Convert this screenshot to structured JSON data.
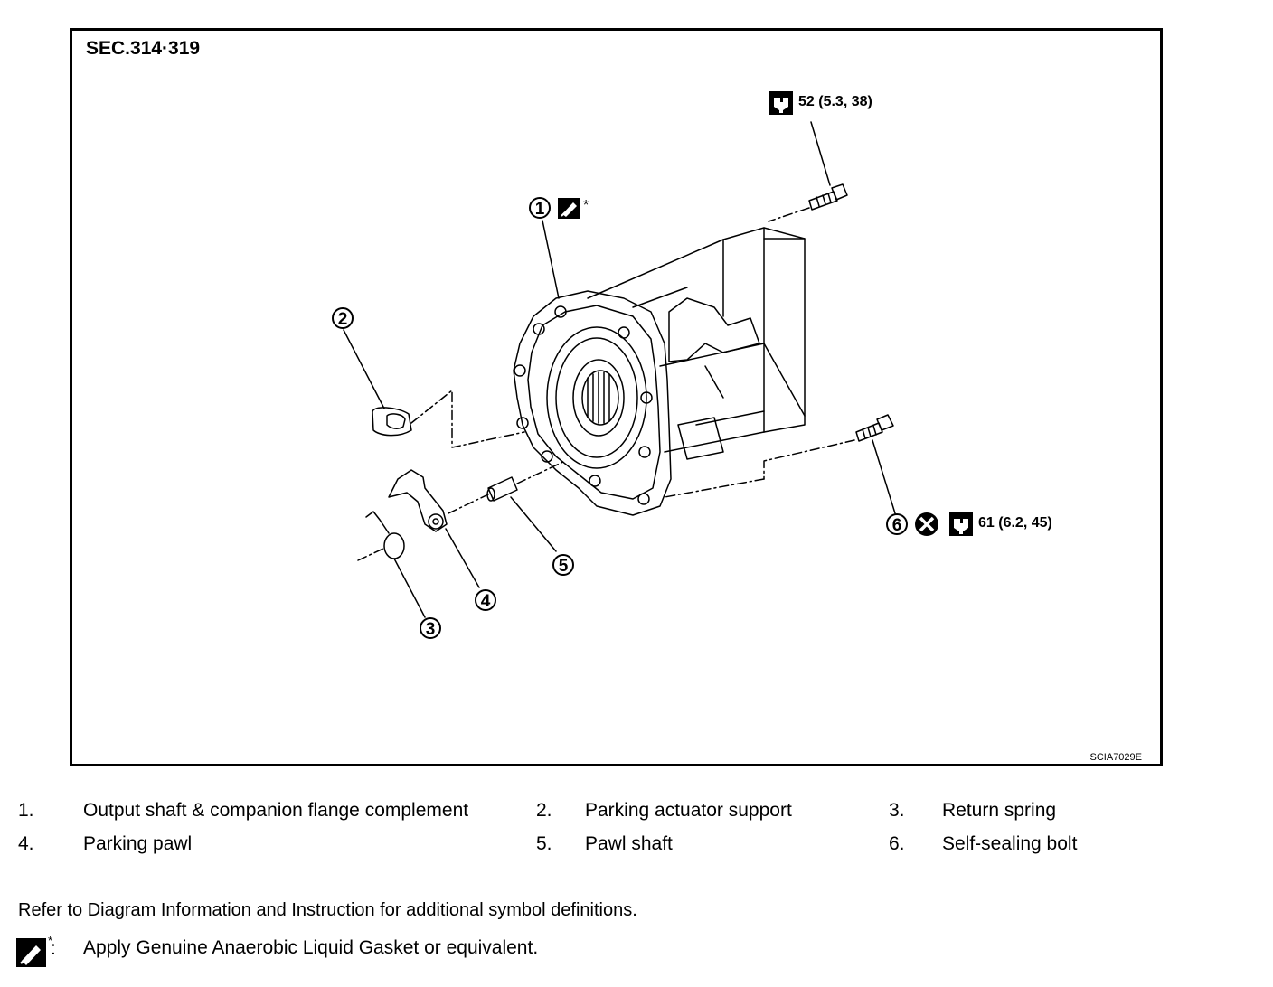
{
  "section": "SEC.314·319",
  "figure_id": "SCIA7029E",
  "callouts": [
    {
      "num": "1",
      "name": "output-shaft-companion-flange"
    },
    {
      "num": "2",
      "name": "parking-actuator-support"
    },
    {
      "num": "3",
      "name": "return-spring"
    },
    {
      "num": "4",
      "name": "parking-pawl"
    },
    {
      "num": "5",
      "name": "pawl-shaft"
    },
    {
      "num": "6",
      "name": "self-sealing-bolt"
    }
  ],
  "callout_1_suffix": "*",
  "torque_top": "52  (5.3, 38)",
  "torque_bottom": "61  (6.2, 45)",
  "legend": [
    {
      "num": "1.",
      "label": "Output shaft & companion flange complement"
    },
    {
      "num": "2.",
      "label": "Parking actuator support"
    },
    {
      "num": "3.",
      "label": "Return spring"
    },
    {
      "num": "4.",
      "label": "Parking pawl"
    },
    {
      "num": "5.",
      "label": "Pawl shaft"
    },
    {
      "num": "6.",
      "label": "Self-sealing bolt"
    }
  ],
  "refer_text": "Refer to Diagram Information and Instruction for additional symbol definitions.",
  "note_star": "*",
  "note_colon": ":",
  "note_text": "Apply Genuine Anaerobic Liquid Gasket or equivalent.",
  "icons": [
    "torque-wrench-icon",
    "liquid-gasket-icon",
    "do-not-reuse-icon"
  ]
}
